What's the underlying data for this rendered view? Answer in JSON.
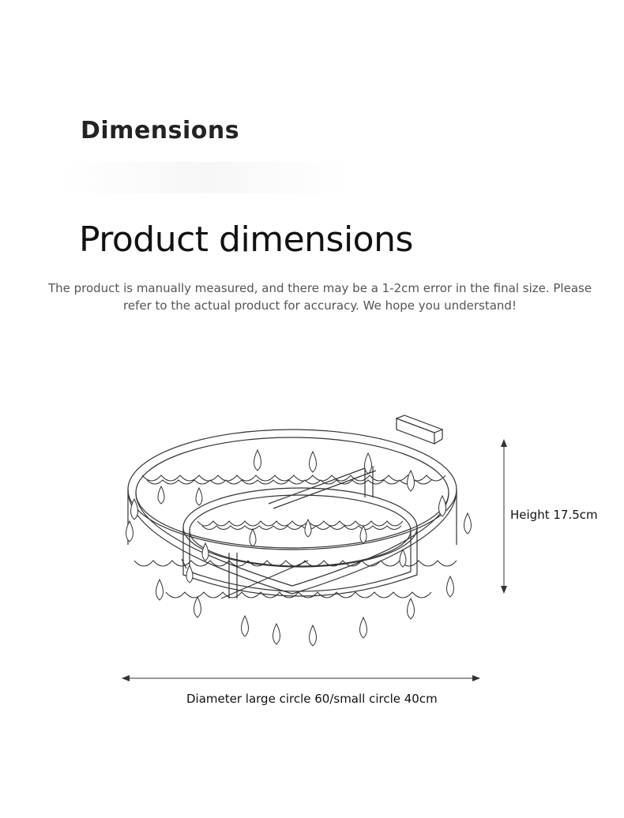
{
  "page": {
    "section_title": "Dimensions",
    "main_title": "Product dimensions",
    "note": "The product is manually measured, and there may be a 1-2cm error in the final size. Please refer to the actual product for accuracy. We hope you understand!"
  },
  "dimensions": {
    "height_label": "Height 17.5cm",
    "diameter_label": "Diameter large circle 60/small circle 40cm"
  },
  "colors": {
    "line": "#333333",
    "text": "#111111",
    "note": "#555555"
  },
  "illustration": {
    "subject": "ceiling-light-line-drawing"
  }
}
